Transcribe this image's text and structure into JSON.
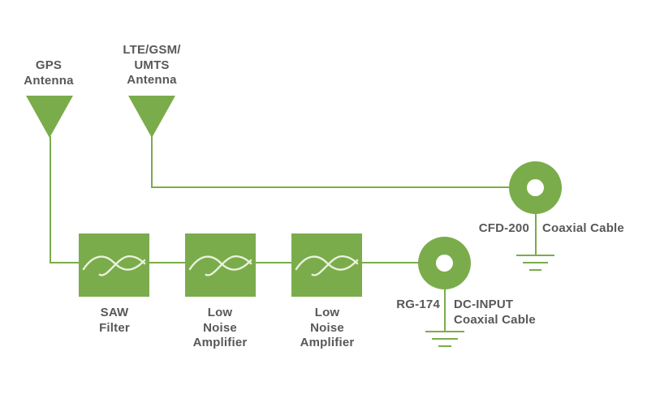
{
  "colors": {
    "green": "#7BAC4B",
    "wave_stroke": "#EAF2DE",
    "text": "#58585A",
    "background": "#FFFFFF"
  },
  "antennas": [
    {
      "id": "gps-antenna",
      "icon": "antenna-triangle-icon",
      "lines": [
        "GPS",
        "Antenna"
      ]
    },
    {
      "id": "lte-antenna",
      "icon": "antenna-triangle-icon",
      "lines": [
        "LTE/GSM/",
        "UMTS",
        "Antenna"
      ]
    }
  ],
  "blocks": [
    {
      "id": "saw-filter",
      "icon": "wave-icon",
      "lines": [
        "SAW",
        "Filter"
      ]
    },
    {
      "id": "lna-1",
      "icon": "wave-icon",
      "lines": [
        "Low",
        "Noise",
        "Amplifier"
      ]
    },
    {
      "id": "lna-2",
      "icon": "wave-icon",
      "lines": [
        "Low",
        "Noise",
        "Amplifier"
      ]
    }
  ],
  "cables": [
    {
      "id": "cfd-200",
      "icon": "coaxial-cable-icon",
      "model": "CFD-200",
      "desc_lines": [
        "Coaxial Cable"
      ]
    },
    {
      "id": "rg-174",
      "icon": "coaxial-cable-icon",
      "model": "RG-174",
      "desc_lines": [
        "DC-INPUT",
        "Coaxial Cable"
      ]
    }
  ]
}
